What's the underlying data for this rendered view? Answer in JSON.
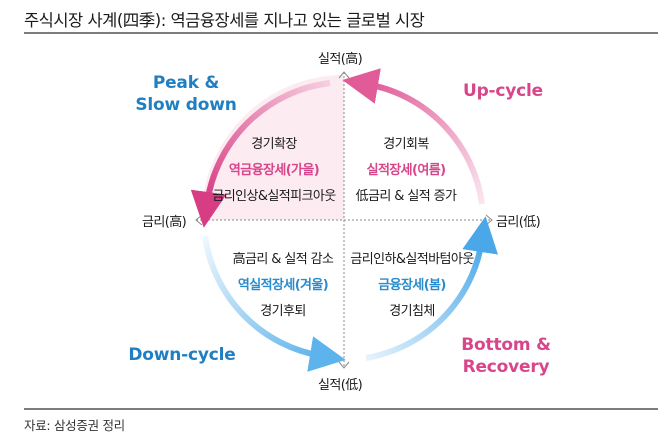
{
  "title": "주식시장 사계(四季): 역금융장세를 지나고 있는 글로벌 시장",
  "source": "자료: 삼성증권 정리",
  "colors": {
    "pink": "#d9458a",
    "blue": "#2a8ccc",
    "quadrant_fill": "#fcebf1"
  },
  "axes": {
    "top": "실적(高)",
    "bottom": "실적(低)",
    "left": "금리(高)",
    "right": "금리(低)"
  },
  "phases": {
    "top_left": [
      "Peak &",
      "Slow down"
    ],
    "top_right": [
      "Up-cycle"
    ],
    "bottom_left": [
      "Down-cycle"
    ],
    "bottom_right": [
      "Bottom &",
      "Recovery"
    ]
  },
  "quadrants": {
    "top_left": {
      "line1": "경기확장",
      "season": "역금융장세(가을)",
      "line3": "금리인상&실적피크아웃"
    },
    "top_right": {
      "line1": "경기회복",
      "season": "실적장세(여름)",
      "line3": "低금리 & 실적 증가"
    },
    "bottom_left": {
      "line1": "高금리 & 실적 감소",
      "season": "역실적장세(겨울)",
      "line3": "경기후퇴"
    },
    "bottom_right": {
      "line1": "금리인하&실적바텀아웃",
      "season": "금융장세(봄)",
      "line3": "경기침체"
    }
  }
}
